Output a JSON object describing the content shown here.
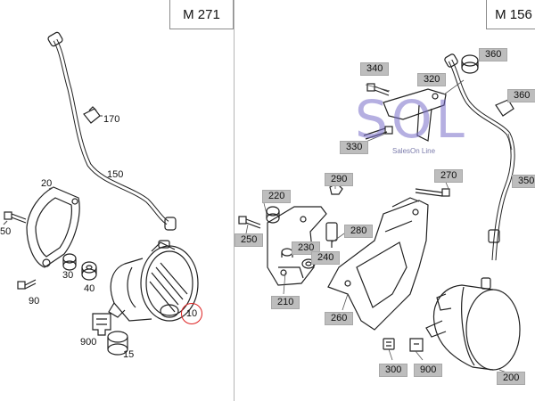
{
  "panels": [
    {
      "model": "M 271"
    },
    {
      "model": "M 156"
    }
  ],
  "callouts": {
    "left": [
      "170",
      "150",
      "20",
      "50",
      "30",
      "40",
      "90",
      "10",
      "900",
      "15"
    ],
    "right": [
      "340",
      "320",
      "360",
      "360",
      "330",
      "350",
      "290",
      "270",
      "220",
      "250",
      "230",
      "240",
      "280",
      "210",
      "260",
      "300",
      "900",
      "200"
    ]
  },
  "watermark": {
    "brand": "SOL",
    "subtitle": "SalesOn Line"
  },
  "colors": {
    "callout_box": "#bdbdbd",
    "highlight_circle": "#d22222",
    "watermark": "#7a6ec8"
  }
}
